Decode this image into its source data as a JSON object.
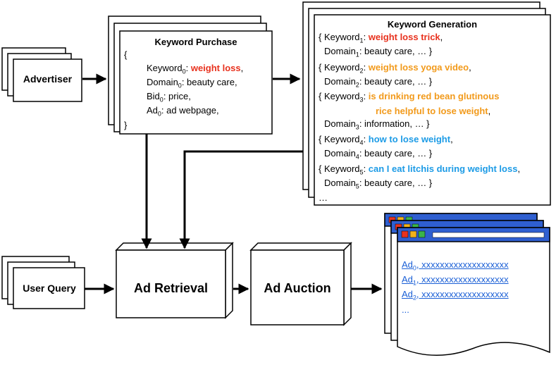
{
  "advertiser": {
    "label": "Advertiser"
  },
  "user_query": {
    "label": "User Query"
  },
  "ad_retrieval": {
    "label": "Ad Retrieval"
  },
  "ad_auction": {
    "label": "Ad Auction"
  },
  "keyword_purchase": {
    "title": "Keyword Purchase",
    "open_brace": "{",
    "close_brace": "}",
    "keyword_label": "Keyword",
    "keyword_sub": "0",
    "keyword_value": "weight loss",
    "domain_label": "Domain",
    "domain_sub": "0",
    "domain_value": ": beauty care,",
    "bid_label": "Bid",
    "bid_sub": "0",
    "bid_value": ": price,",
    "ad_label": "Ad",
    "ad_sub": "0",
    "ad_value": ": ad webpage,"
  },
  "keyword_generation": {
    "title": "Keyword Generation",
    "entries": [
      {
        "keyword_prefix": "{ Keyword",
        "sub": "1",
        "keyword": "weight loss trick",
        "keyword_color": "red",
        "domain_prefix": "Domain",
        "domain_value": ": beauty care, … }"
      },
      {
        "keyword_prefix": "{ Keyword",
        "sub": "2",
        "keyword": "weight loss yoga video",
        "keyword_color": "orange",
        "domain_prefix": "Domain",
        "domain_value": ": beauty care, … }"
      },
      {
        "keyword_prefix": "{ Keyword",
        "sub": "3",
        "keyword": "is drinking red bean glutinous",
        "keyword_line2": "rice helpful to lose weight",
        "keyword_color": "orange",
        "domain_prefix": "Domain",
        "domain_value": ": information, … }"
      },
      {
        "keyword_prefix": "{ Keyword",
        "sub": "4",
        "keyword": "how to lose weight",
        "keyword_color": "blue",
        "domain_prefix": "Domain",
        "domain_value": ": beauty care, … }"
      },
      {
        "keyword_prefix": "{ Keyword",
        "sub": "5",
        "keyword": "can I eat litchis during weight loss",
        "keyword_color": "blue",
        "domain_prefix": "Domain",
        "domain_value": ": beauty care, … }"
      }
    ],
    "ellipsis": "…"
  },
  "results_page": {
    "ads": [
      {
        "prefix": "Ad",
        "sub": "0",
        "text": ", xxxxxxxxxxxxxxxxxxx"
      },
      {
        "prefix": "Ad",
        "sub": "1",
        "text": ", xxxxxxxxxxxxxxxxxxx"
      },
      {
        "prefix": "Ad",
        "sub": "2",
        "text": ", xxxxxxxxxxxxxxxxxxx"
      }
    ],
    "more": "..."
  },
  "colors": {
    "red": "#e8321e",
    "orange": "#f29a1b",
    "blue": "#1c9be6",
    "link": "#1a5fd6",
    "browser_bar": "#2f5fd0"
  }
}
